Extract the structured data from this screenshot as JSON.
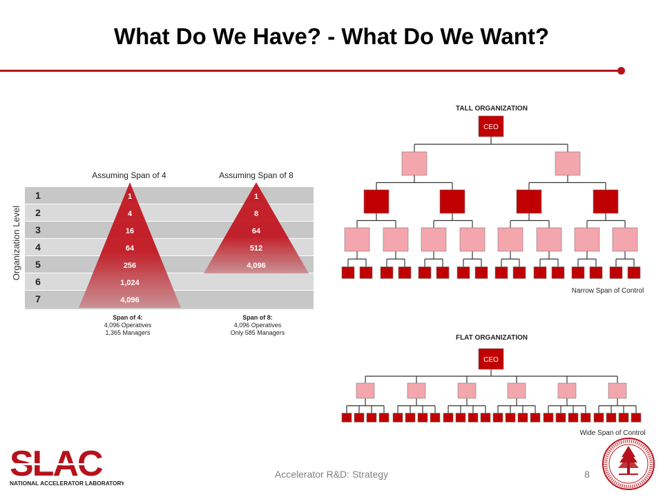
{
  "slide": {
    "title": "What Do We Have? - What Do We Want?",
    "footer": "Accelerator R&D: Strategy",
    "page_number": "8"
  },
  "pyramid_figure": {
    "axis_label": "Organization Level",
    "levels": [
      "1",
      "2",
      "3",
      "4",
      "5",
      "6",
      "7"
    ],
    "left": {
      "heading": "Assuming Span of 4",
      "values": [
        "1",
        "4",
        "16",
        "64",
        "256",
        "1,024",
        "4,096"
      ],
      "caption_title": "Span of 4:",
      "caption_line1": "4,096 Operatives",
      "caption_line2": "1,365 Managers"
    },
    "right": {
      "heading": "Assuming Span of 8",
      "values": [
        "1",
        "8",
        "64",
        "512",
        "4,096"
      ],
      "caption_title": "Span of 8:",
      "caption_line1": "4,096 Operatives",
      "caption_line2": "Only 585 Managers"
    },
    "colors": {
      "band": "#c9c9c9",
      "band_dark": "#a8a8a8",
      "red": "#c1121c",
      "fade": "#d8a0a3"
    }
  },
  "tall_org": {
    "title": "TALL ORGANIZATION",
    "root": "CEO",
    "caption": "Narrow Span of Control"
  },
  "flat_org": {
    "title": "FLAT ORGANIZATION",
    "root": "CEO",
    "caption": "Wide Span of Control"
  },
  "branding": {
    "logo_text": "SLAC",
    "logo_subtitle": "NATIONAL ACCELERATOR LABORATORY",
    "seal": "Stanford University seal",
    "colors": {
      "accent": "#b5121b",
      "dark_red": "#c00000",
      "light_pink": "#f4a6ad"
    }
  }
}
